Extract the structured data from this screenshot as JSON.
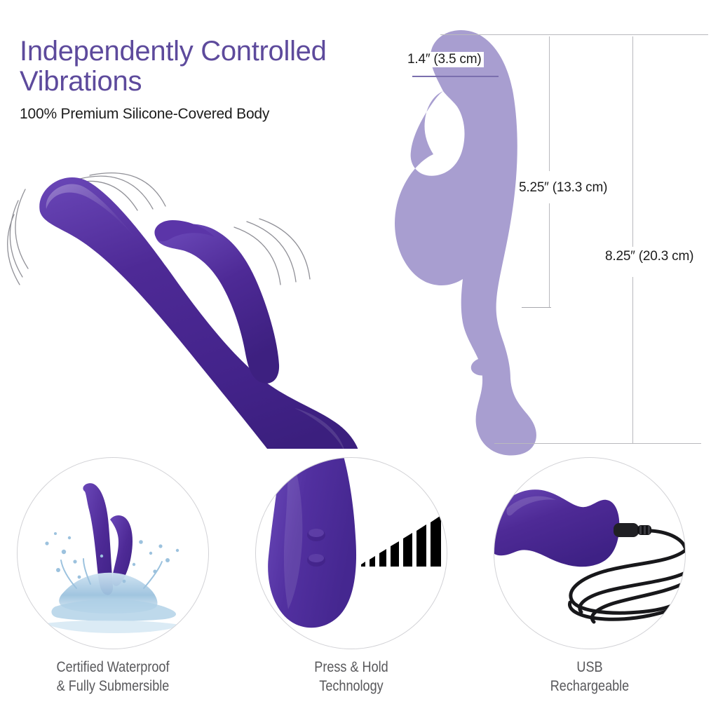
{
  "headline": {
    "title": "Independently Controlled\nVibrations",
    "subtitle": "100% Premium Silicone-Covered Body"
  },
  "colors": {
    "headline_purple": "#5d4a9c",
    "product_purple": "#4e2a96",
    "silhouette_purple": "#a89ed0",
    "guide_gray": "#b9b9bd",
    "caption_gray": "#58585b",
    "cable_black": "#1a1a1a",
    "water_blue": "#8fb6d6"
  },
  "dimensions": {
    "width_label": "1.4″ (3.5 cm)",
    "insertable_label": "5.25″ (13.3 cm)",
    "total_label": "8.25″ (20.3 cm)"
  },
  "features": [
    {
      "icon": "waterproof-splash-icon",
      "caption": "Certified Waterproof\n& Fully Submersible"
    },
    {
      "icon": "press-hold-intensity-icon",
      "caption": "Press & Hold\nTechnology"
    },
    {
      "icon": "usb-cable-icon",
      "caption": "USB\nRechargeable"
    }
  ],
  "hero": {
    "alt": "purple rabbit vibrator with vibration motion arcs"
  }
}
